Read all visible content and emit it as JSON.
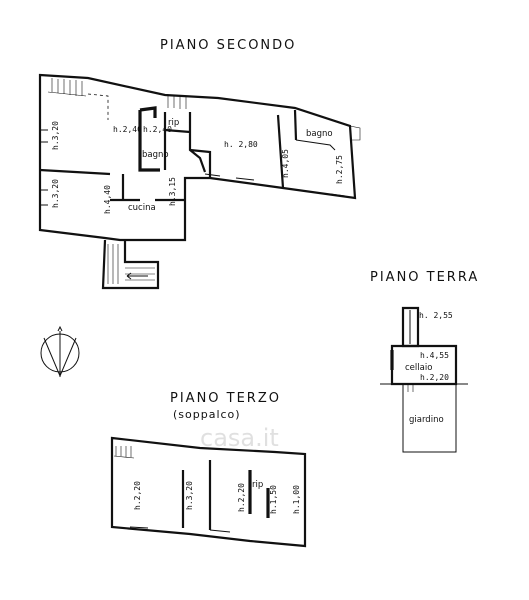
{
  "floors": {
    "second": {
      "title": "PIANO SECONDO",
      "rooms": {
        "bagno_1": "bagno",
        "rip": "rip",
        "cucina": "cucina",
        "bagno_2": "bagno"
      },
      "heights": {
        "h1": "h.3,20",
        "h2": "h.3,20",
        "h3": "h.4,40",
        "h4": "h.2,40",
        "h5": "h.2,40",
        "h6": "h.3,15",
        "h7": "h. 2,80",
        "h8": "h.4,05",
        "h9": "h.2,75"
      }
    },
    "ground": {
      "title": "PIANO TERRA",
      "rooms": {
        "cellaio": "cellaio",
        "giardino": "giardino"
      },
      "heights": {
        "h1": "h. 2,55",
        "h2": "h.4,55",
        "h3": "h.2,20"
      }
    },
    "third": {
      "title": "PIANO TERZO",
      "subtitle": "(soppalco)",
      "rooms": {
        "rip": "rip"
      },
      "heights": {
        "h1": "h.2,20",
        "h2": "h.3,20",
        "h3": "h.2,20",
        "h4": "h.1,50",
        "h5": "h.1,00"
      }
    }
  },
  "watermark": "casa.it"
}
